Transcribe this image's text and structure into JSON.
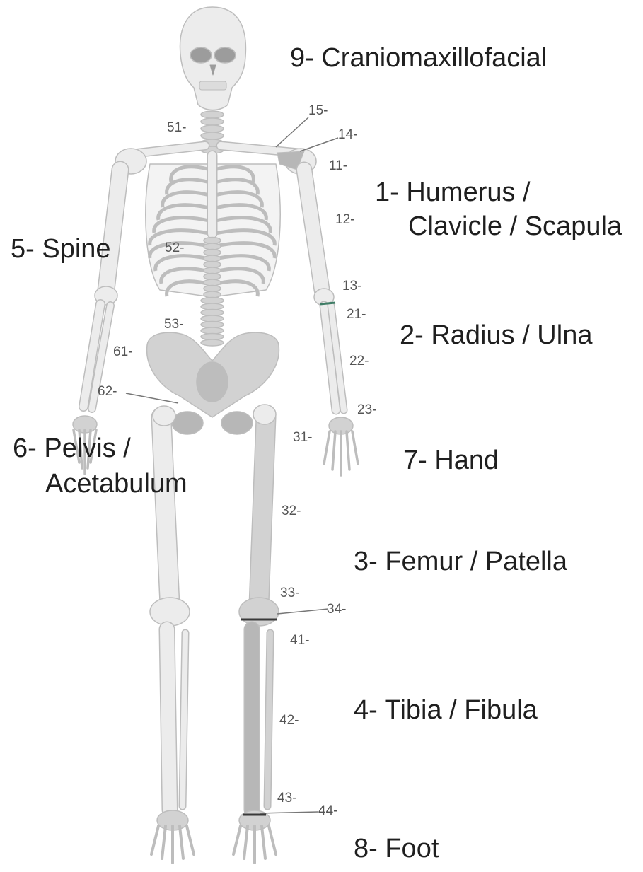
{
  "colors": {
    "bone": "#ececec",
    "bone_edge": "#bdbdbd",
    "bone_shadow": "#d2d2d2",
    "dark_bone": "#b7b7b7",
    "highlight": "#9c9c9c",
    "accent": "#3f7d66",
    "leader_line": "#777777",
    "region_text": "#1f1f1f",
    "number_text": "#555555"
  },
  "regions": {
    "r9": "9- Craniomaxillofacial",
    "r1a": "1- Humerus /",
    "r1b": "Clavicle / Scapula",
    "r5": "5- Spine",
    "r2": "2- Radius / Ulna",
    "r7": "7- Hand",
    "r6a": "6- Pelvis /",
    "r6b": "Acetabulum",
    "r3": "3- Femur / Patella",
    "r4": "4- Tibia / Fibula",
    "r8": "8- Foot"
  },
  "segments": {
    "n51": "51-",
    "n15": "15-",
    "n14": "14-",
    "n11": "11-",
    "n12": "12-",
    "n52": "52-",
    "n13": "13-",
    "n21": "21-",
    "n53": "53-",
    "n61": "61-",
    "n22": "22-",
    "n62": "62-",
    "n23": "23-",
    "n31": "31-",
    "n32": "32-",
    "n33": "33-",
    "n34": "34-",
    "n41": "41-",
    "n42": "42-",
    "n43": "43-",
    "n44": "44-"
  }
}
